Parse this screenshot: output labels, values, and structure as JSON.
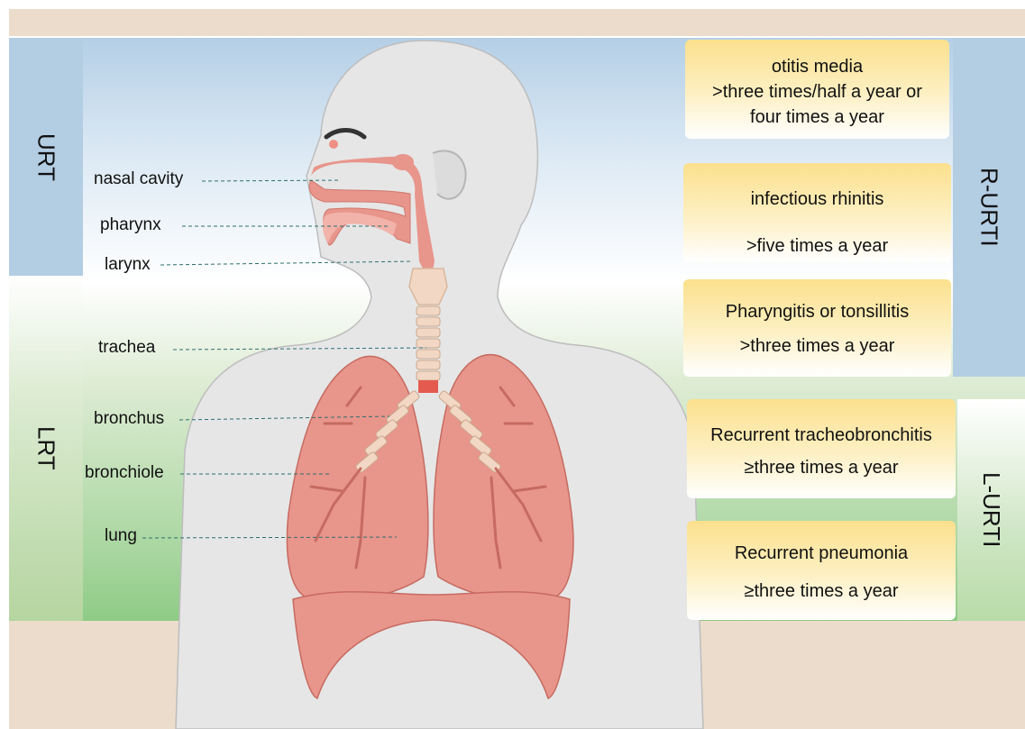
{
  "bands": {
    "upper": "URT",
    "lower": "LRT"
  },
  "right_bands": {
    "upper": "R-URTI",
    "lower": "L-URTI"
  },
  "anatomy_labels": [
    "nasal cavity",
    "pharynx",
    "larynx",
    "trachea",
    "bronchus",
    "bronchiole",
    "lung"
  ],
  "criteria": [
    {
      "title": "otitis media",
      "detail": ">three times/half a year or four times a year"
    },
    {
      "title": "infectious rhinitis",
      "detail": ">five times a year"
    },
    {
      "title": "Pharyngitis or tonsillitis",
      "detail": ">three times a year"
    },
    {
      "title": "Recurrent  tracheobronchitis",
      "detail": "≥three times a year"
    },
    {
      "title": "Recurrent  pneumonia",
      "detail": "≥three times a year"
    }
  ],
  "colors": {
    "upper_band": "#b3cde3",
    "lower_band": "#b5d5a0",
    "criteria_box": "#fbe08d",
    "organ": "#e8958b",
    "airway": "#f2d7c4",
    "body": "#e6e6e6"
  }
}
